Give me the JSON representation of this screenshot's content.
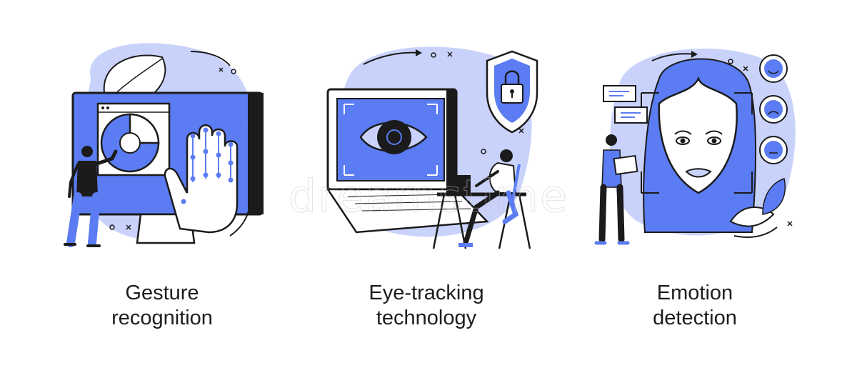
{
  "colors": {
    "accent": "#5b7cf2",
    "light": "#c9d2fb",
    "ink": "#1b1b1b",
    "paper": "#ffffff"
  },
  "panels": [
    {
      "caption_line1": "Gesture",
      "caption_line2": "recognition",
      "icon": "gesture-recognition-icon"
    },
    {
      "caption_line1": "Eye-tracking",
      "caption_line2": "technology",
      "icon": "eye-tracking-icon"
    },
    {
      "caption_line1": "Emotion",
      "caption_line2": "detection",
      "icon": "emotion-detection-icon"
    }
  ],
  "watermark": "dreamstime"
}
